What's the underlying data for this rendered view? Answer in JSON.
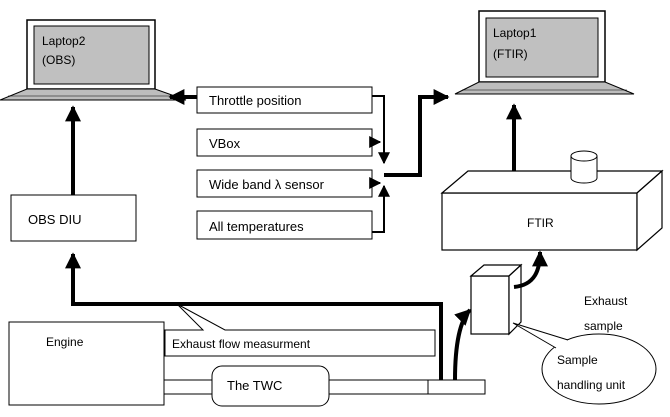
{
  "laptops": {
    "left": {
      "line1": "Laptop2",
      "line2": "(OBS)"
    },
    "right": {
      "line1": "Laptop1",
      "line2": "(FTIR)"
    }
  },
  "signals": {
    "throttle": "Throttle position",
    "vbox": "VBox",
    "lambda": "Wide band λ sensor",
    "temps": "All temperatures"
  },
  "blocks": {
    "obs_diu": "OBS DIU",
    "ftir": "FTIR",
    "engine": "Engine",
    "twc": "The TWC"
  },
  "callouts": {
    "exhaust_flow": "Exhaust flow measurment",
    "exhaust_sample_line1": "Exhaust",
    "exhaust_sample_line2": "sample",
    "sample_handling_line1": "Sample",
    "sample_handling_line2": "handling unit"
  }
}
